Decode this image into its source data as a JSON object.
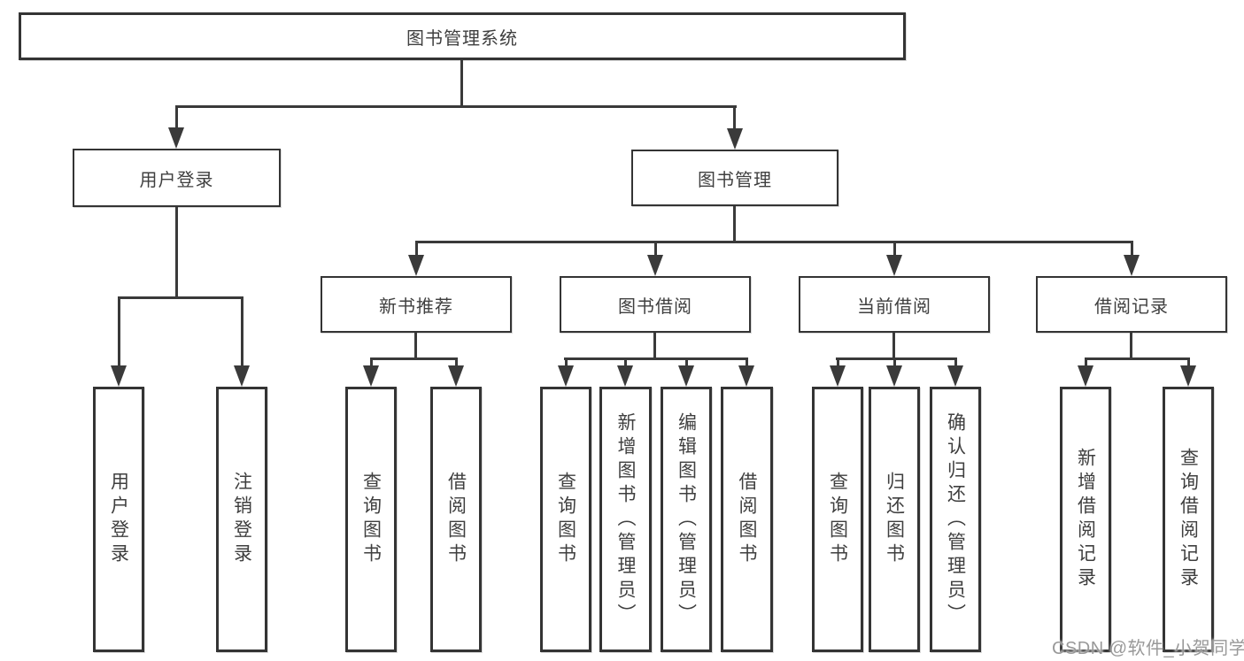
{
  "diagram": {
    "root": {
      "label": "图书管理系统"
    },
    "login": {
      "label": "用户登录",
      "children": [
        {
          "label": "用户登录"
        },
        {
          "label": "注销登录"
        }
      ]
    },
    "mgmt": {
      "label": "图书管理",
      "sections": [
        {
          "label": "新书推荐",
          "children": [
            {
              "label": "查询图书"
            },
            {
              "label": "借阅图书"
            }
          ]
        },
        {
          "label": "图书借阅",
          "children": [
            {
              "label": "查询图书"
            },
            {
              "label": "新增图书（管理员）"
            },
            {
              "label": "编辑图书（管理员）"
            },
            {
              "label": "借阅图书"
            }
          ]
        },
        {
          "label": "当前借阅",
          "children": [
            {
              "label": "查询图书"
            },
            {
              "label": "归还图书"
            },
            {
              "label": "确认归还（管理员）"
            }
          ]
        },
        {
          "label": "借阅记录",
          "children": [
            {
              "label": "新增借阅记录"
            },
            {
              "label": "查询借阅记录"
            }
          ]
        }
      ]
    },
    "colors": {
      "line": "#3a3a3a",
      "box_border": "#343434",
      "box_fill": "#ffffff",
      "text": "#3f3f3f",
      "watermark": "#949494",
      "background": "#ffffff"
    }
  },
  "watermark": {
    "text": "CSDN @软件_小贺同学"
  }
}
